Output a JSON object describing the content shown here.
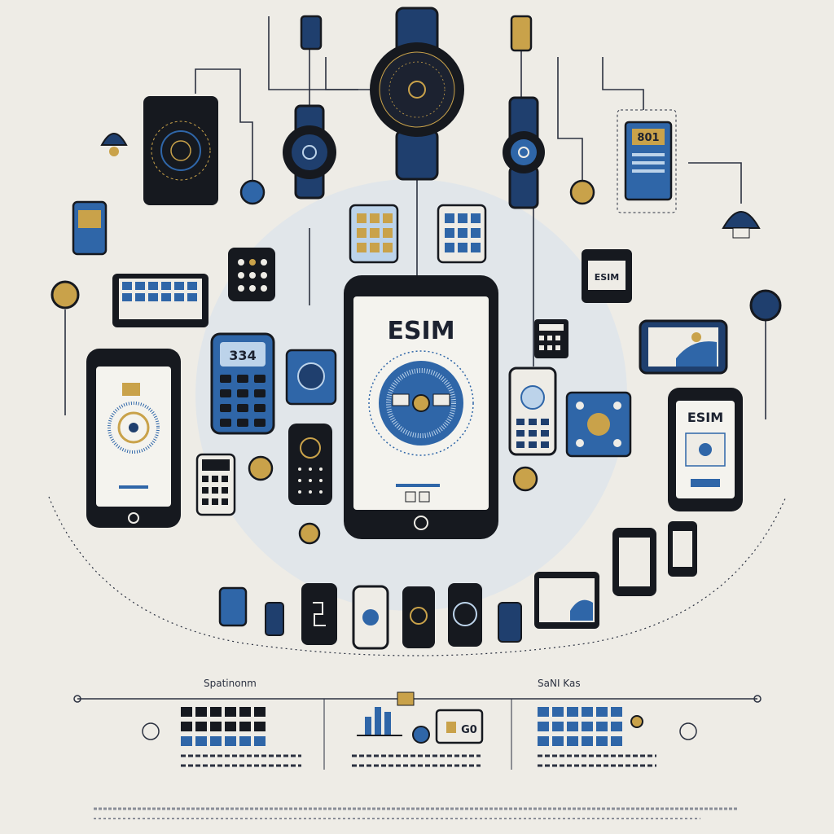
{
  "main_phone": {
    "screen_title": "ESIM"
  },
  "right_phone": {
    "screen_title": "ESIM"
  },
  "tag_top_right": {
    "text": "801"
  },
  "tag_mid_right": {
    "text": "ESIM"
  },
  "keypad_phone": {
    "display": "334"
  },
  "bottom_panel": {
    "left_caption": "Spatinonm",
    "right_caption": "SaNI Kas",
    "card_code": "G0"
  },
  "colors": {
    "background": "#eeece6",
    "navy": "#1f3f6e",
    "blue": "#2f66a8",
    "light_blue": "#bcd3ea",
    "black": "#16191f",
    "gold": "#c9a24a",
    "screen": "#f4f3ee"
  }
}
